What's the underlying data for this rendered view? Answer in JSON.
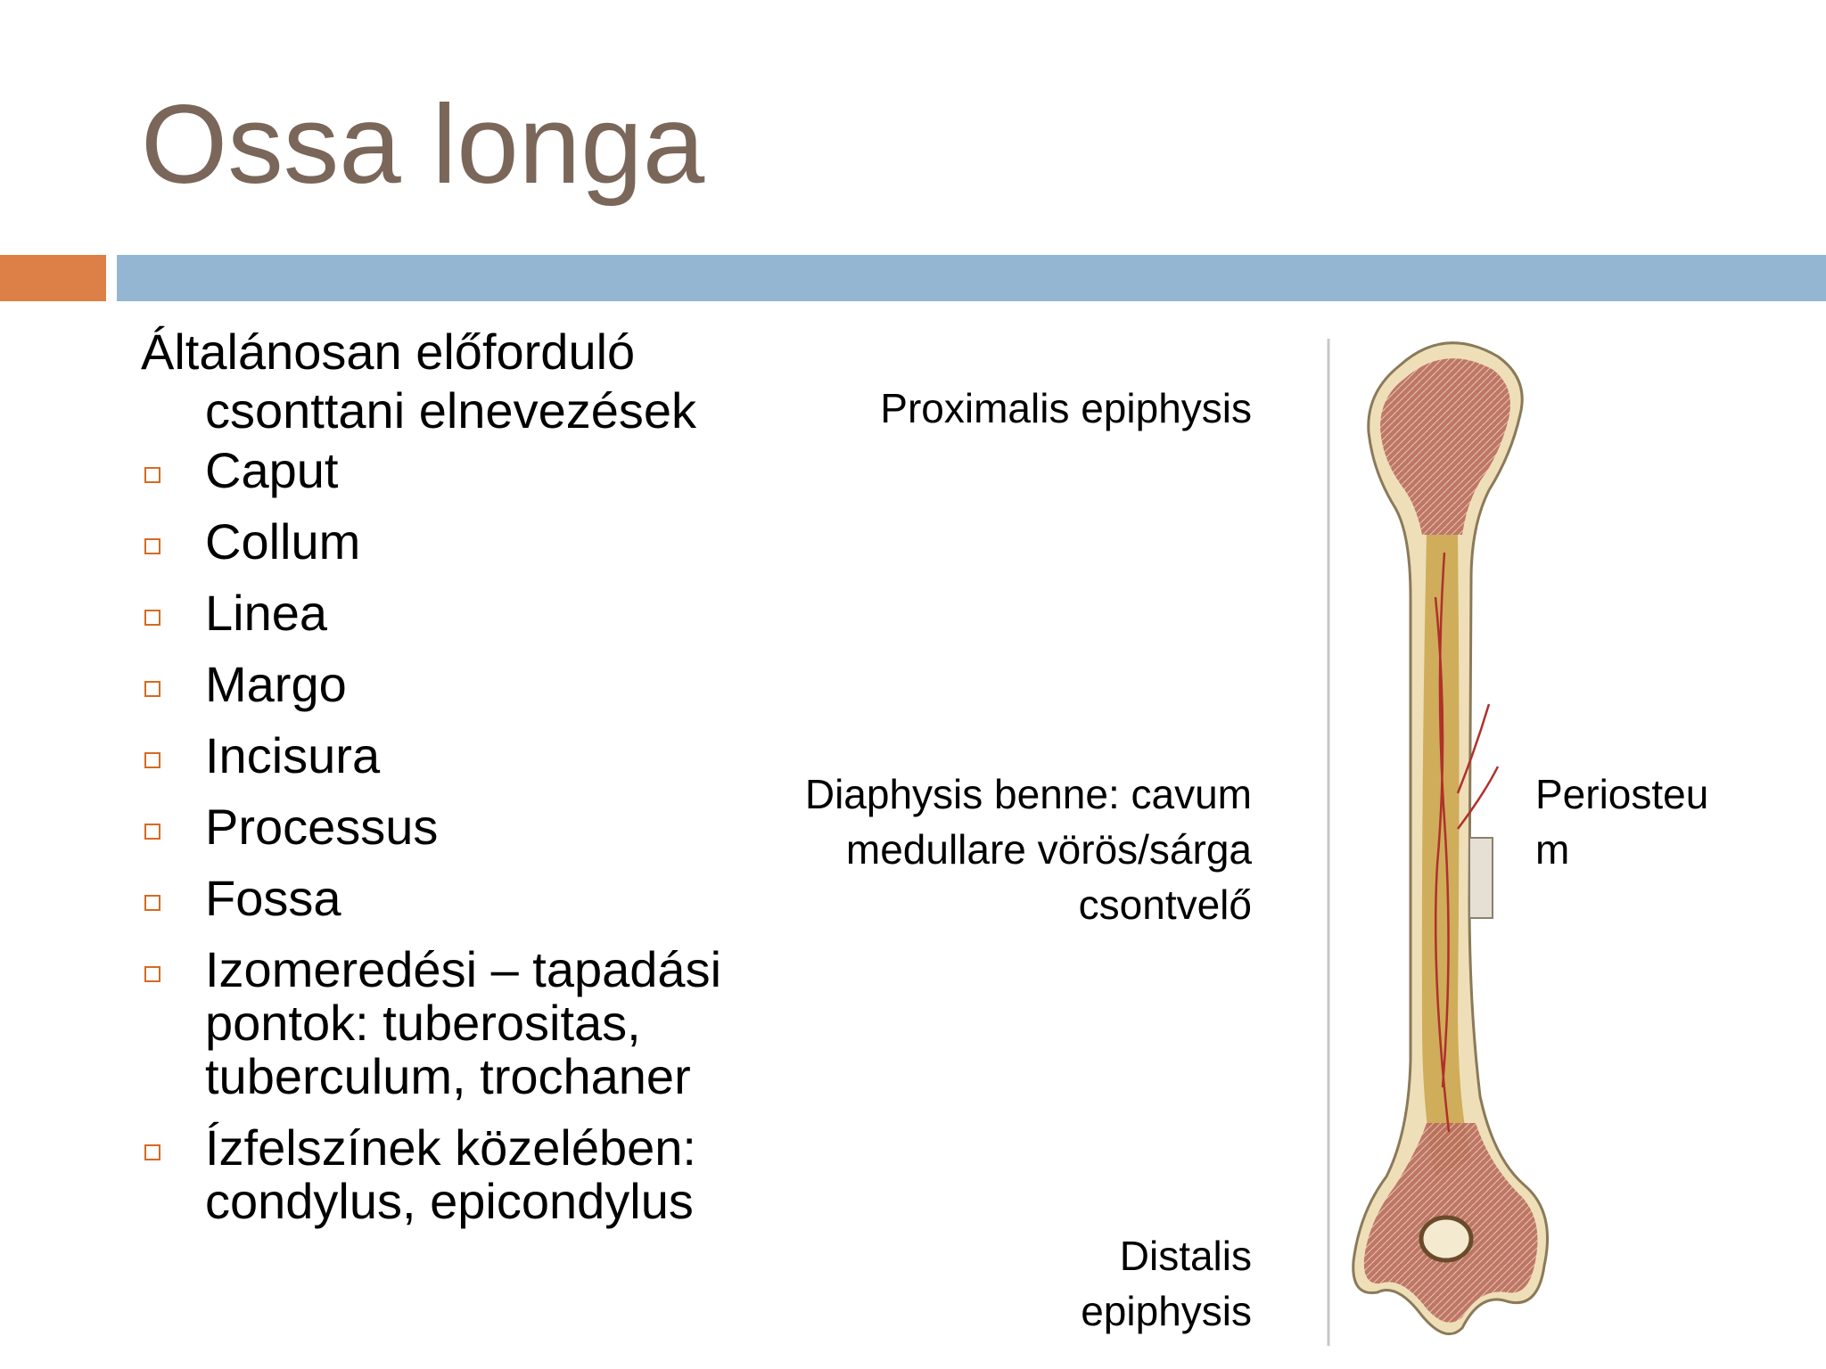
{
  "slide": {
    "title": "Ossa longa",
    "intro_line1": "Általánosan előforduló",
    "intro_line2": "csonttani elnevezések",
    "items": [
      {
        "text": "Caput"
      },
      {
        "text": "Collum"
      },
      {
        "text": "Linea"
      },
      {
        "text": "Margo"
      },
      {
        "text": "Incisura"
      },
      {
        "text": "Processus"
      },
      {
        "text": "Fossa"
      },
      {
        "text": "Izomeredési – tapadási pontok: tuberositas, tuberculum, trochaner"
      },
      {
        "text": "Ízfelszínek közelében: condylus, epicondylus"
      }
    ]
  },
  "figure": {
    "label_proximal": "Proximalis epiphysis",
    "label_diaphysis": "Diaphysis benne: cavum medullare vörös/sárga csontvelő",
    "label_distal": "Distalis epiphysis",
    "label_periosteum": "Periosteu m"
  },
  "colors": {
    "title": "#7a675a",
    "accent_orange": "#dd8047",
    "accent_blue": "#94b6d2"
  }
}
